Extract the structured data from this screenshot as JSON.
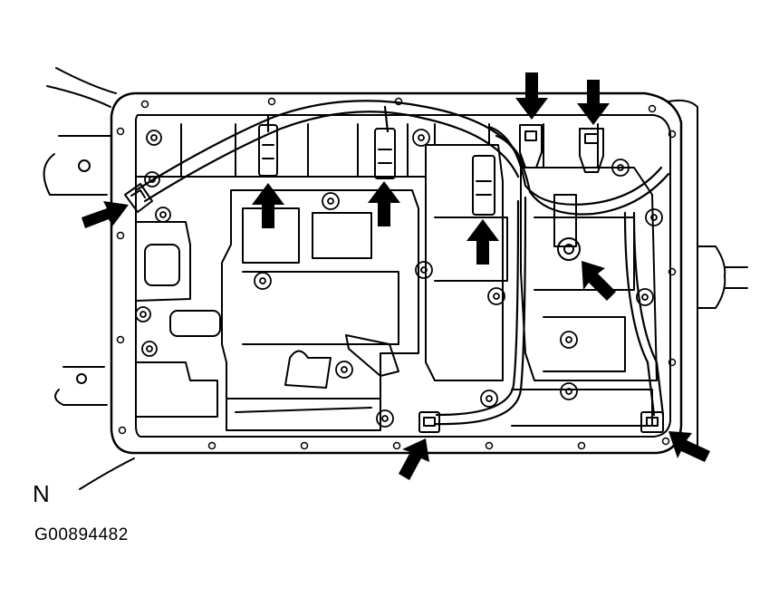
{
  "figure": {
    "orientation_label": "N",
    "figure_id": "G00894482"
  },
  "callouts": [
    {
      "target": "left-connector",
      "direction": "right"
    },
    {
      "target": "solenoid-1",
      "direction": "up"
    },
    {
      "target": "solenoid-2",
      "direction": "up"
    },
    {
      "target": "solenoid-3",
      "direction": "up"
    },
    {
      "target": "top-connector-1",
      "direction": "down"
    },
    {
      "target": "top-connector-2",
      "direction": "down"
    },
    {
      "target": "clamp-bolt",
      "direction": "up-left"
    },
    {
      "target": "bottom-connector-1",
      "direction": "up"
    },
    {
      "target": "bottom-connector-2",
      "direction": "left"
    }
  ]
}
